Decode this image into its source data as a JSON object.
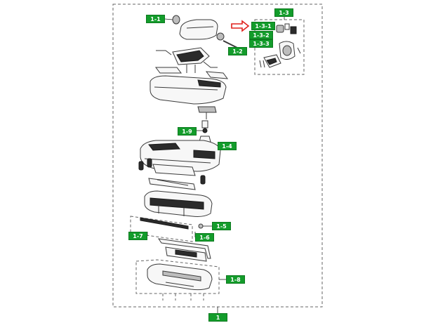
{
  "diagram": {
    "labels": {
      "p1": "1",
      "p1_1": "1-1",
      "p1_2": "1-2",
      "p1_3": "1-3",
      "p1_3_1": "1-3-1",
      "p1_3_2": "1-3-2",
      "p1_3_3": "1-3-3",
      "p1_4": "1-4",
      "p1_5": "1-5",
      "p1_6": "1-6",
      "p1_7": "1-7",
      "p1_8": "1-8",
      "p1_9": "1-9"
    },
    "colors": {
      "label_bg": "#139c2b",
      "label_text": "#ffffff",
      "arrow": "#e0201b",
      "outline": "#3a3a3a",
      "border_dash": "#666666"
    }
  }
}
